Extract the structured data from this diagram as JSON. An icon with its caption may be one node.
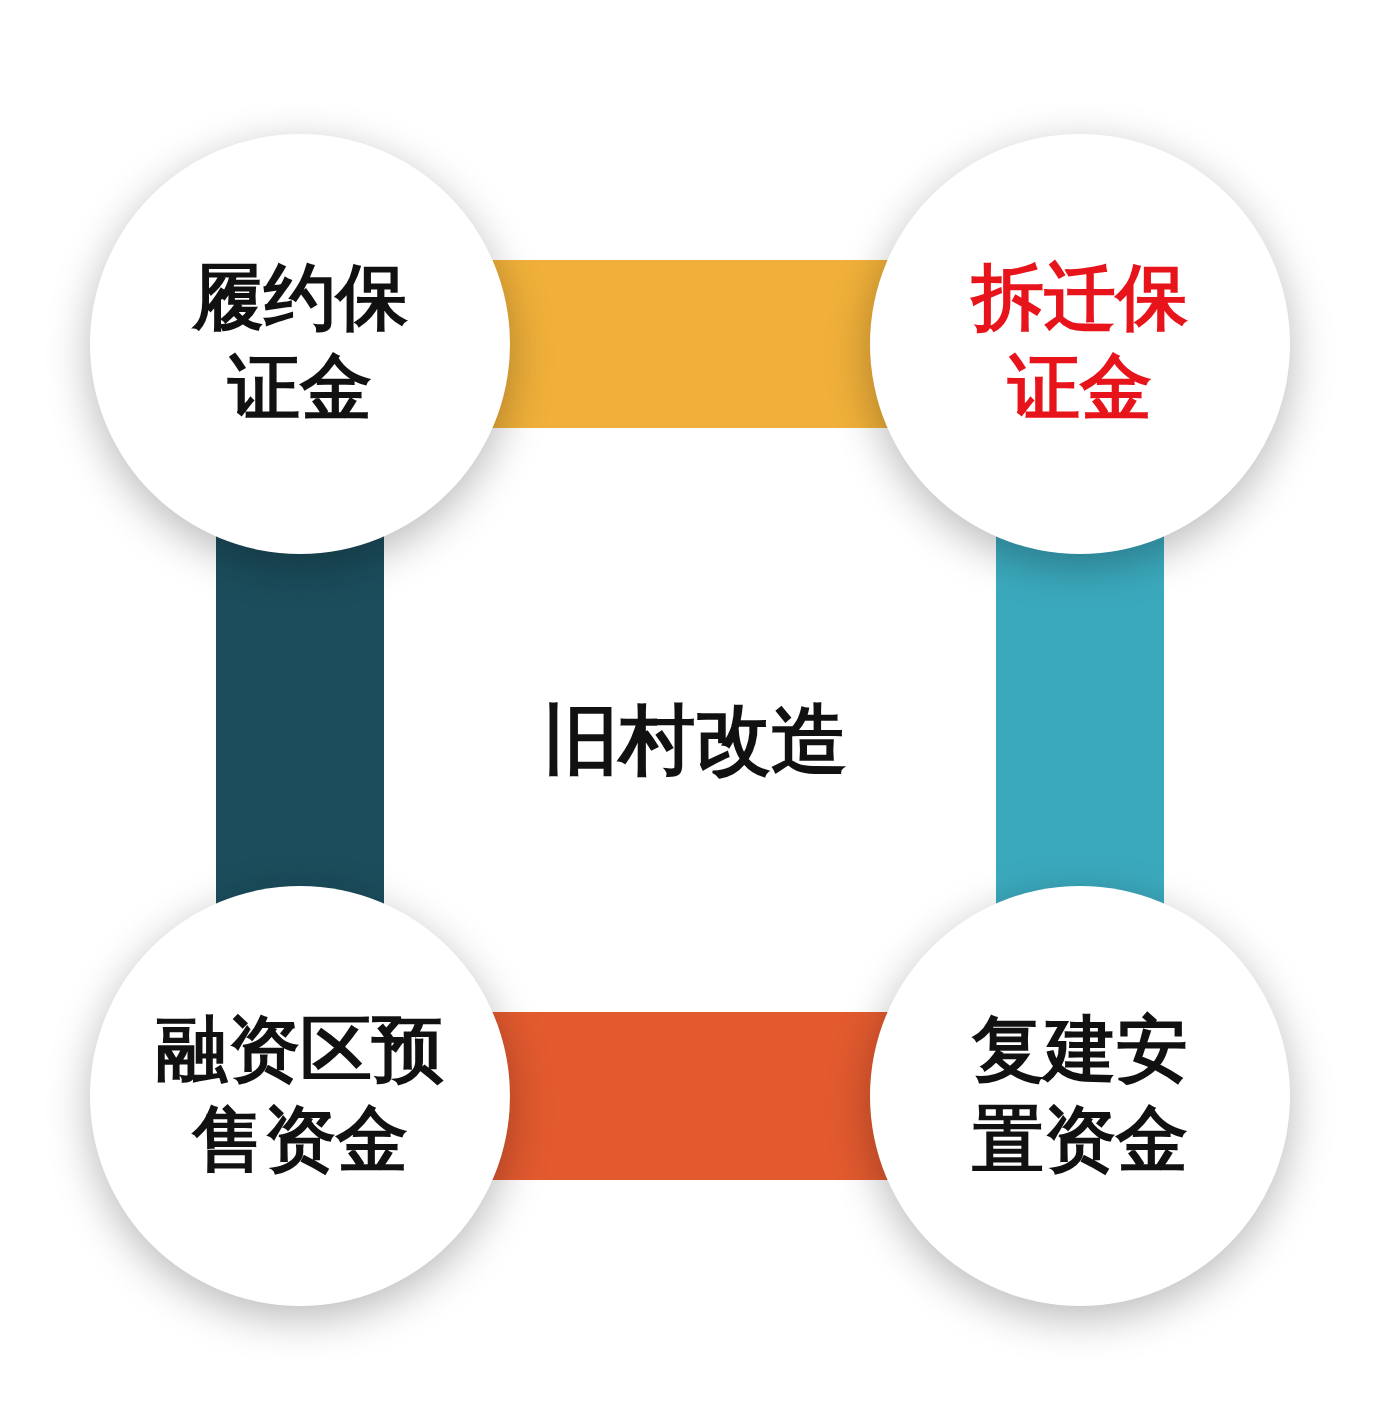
{
  "diagram": {
    "nodes": [
      {
        "text": [
          "履约保证金"
        ]
      },
      {
        "text": [
          "拆迁保证金"
        ]
      },
      {
        "text": [
          "融资区预售资金"
        ]
      },
      {
        "text": [
          "复建安置资金"
        ]
      }
    ],
    "edges": [
      {
        "from": 0,
        "to": 1,
        "arrow": "none",
        "color": "#f0b03a"
      },
      {
        "from": 1,
        "to": 3,
        "arrow": "none",
        "color": "#3ba9bd"
      },
      {
        "from": 2,
        "to": 3,
        "arrow": "none",
        "color": "#e35a2f"
      },
      {
        "from": 0,
        "to": 2,
        "arrow": "none",
        "color": "#1b4d5c"
      }
    ],
    "labels": [
      "旧村改造"
    ]
  }
}
